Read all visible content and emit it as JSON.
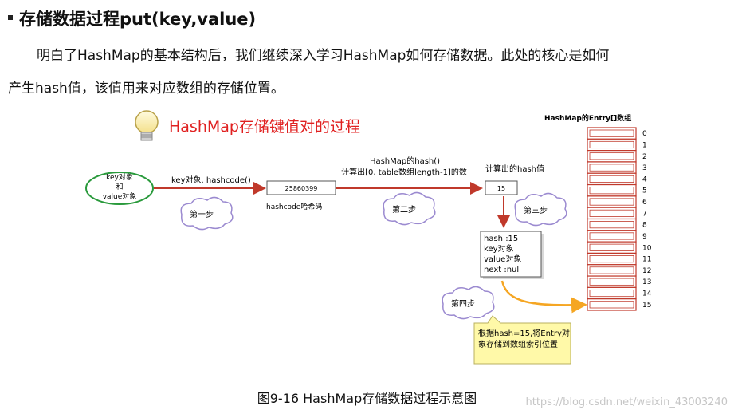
{
  "heading": "存储数据过程put(key,value)",
  "paragraph1": "明白了HashMap的基本结构后，我们继续深入学习HashMap如何存储数据。此处的核心是如何",
  "paragraph2": "产生hash值，该值用来对应数组的存储位置。",
  "diagram": {
    "title": "HashMap存储键值对的过程",
    "ellipse_lines": [
      "key对象",
      "和",
      "value对象"
    ],
    "arrow1_label": "key对象. hashcode()",
    "hashcode_value": "25860399",
    "hashcode_caption": "hashcode哈希码",
    "arrow2_label_lines": [
      "HashMap的hash()",
      "计算出[0, table数组length-1]的数"
    ],
    "hash_caption": "计算出的hash值",
    "hash_value": "15",
    "step_labels": [
      "第一步",
      "第二步",
      "第三步",
      "第四步"
    ],
    "entry_lines": [
      "hash :15",
      "key对象",
      "value对象",
      "next :null"
    ],
    "note_lines": [
      "根据hash=15,将Entry对",
      "象存储到数组索引位置"
    ],
    "array_title": "HashMap的Entry[]数组",
    "array_indices": [
      "0",
      "1",
      "2",
      "3",
      "4",
      "5",
      "6",
      "7",
      "8",
      "9",
      "10",
      "11",
      "12",
      "13",
      "14",
      "15"
    ]
  },
  "caption": "图9-16 HashMap存储数据过程示意图",
  "watermark": "https://blog.csdn.net/weixin_43003240",
  "colors": {
    "title_red": "#e02020",
    "array_red": "#c0392b",
    "ellipse_green": "#2a9a3c",
    "cloud_purple": "#9b8ad0",
    "note_yellow": "#fff9a8",
    "curve_orange": "#f5a623"
  }
}
